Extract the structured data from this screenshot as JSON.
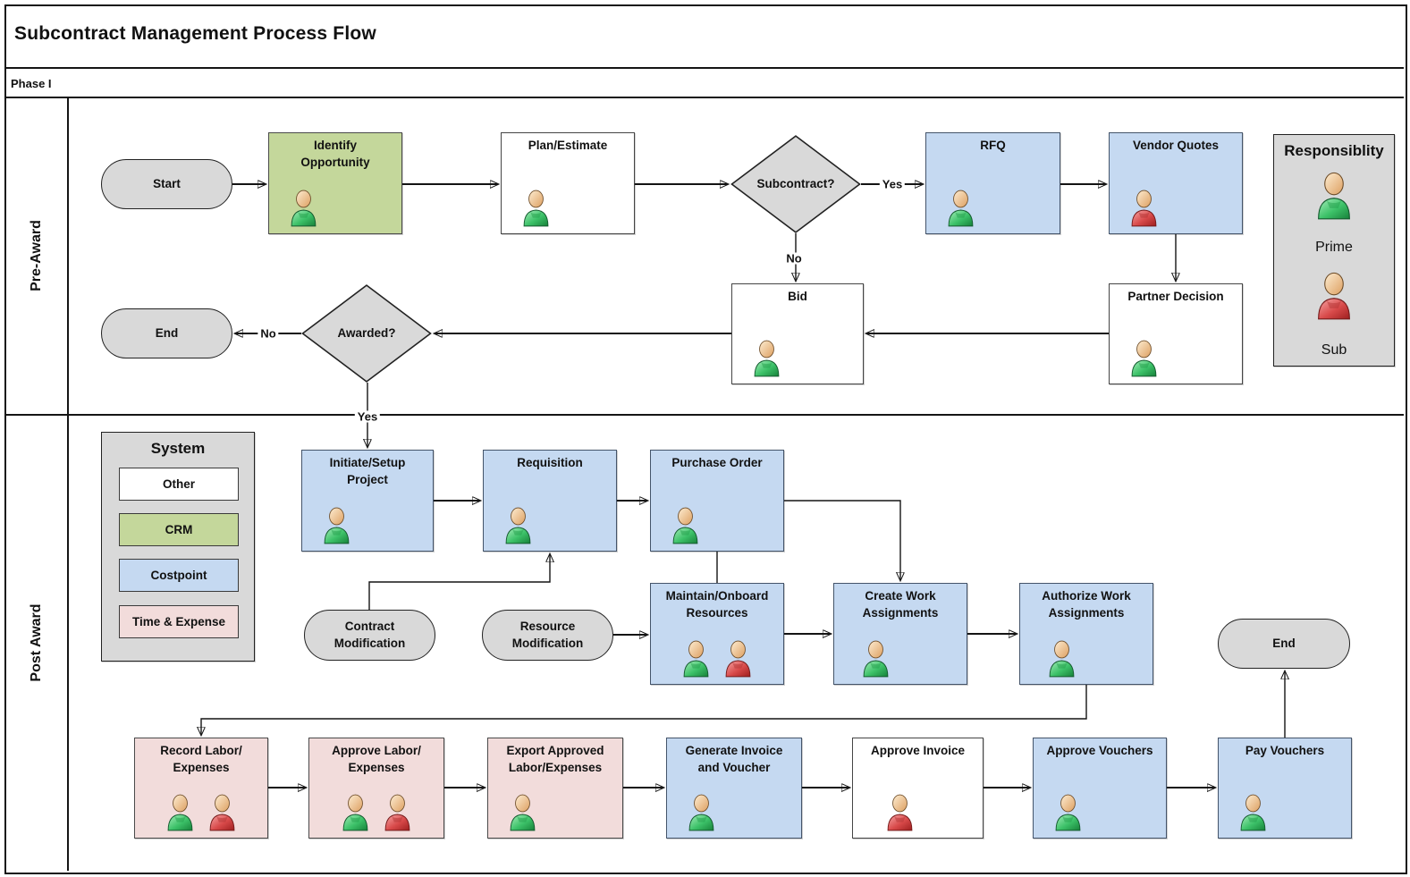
{
  "title": "Subcontract Management Process Flow",
  "phase_label": "Phase I",
  "lanes": [
    {
      "label": "Pre-Award"
    },
    {
      "label": "Post Award"
    }
  ],
  "legend_responsibility": {
    "title": "Responsiblity",
    "items": [
      {
        "label": "Prime",
        "person_color": "#2EAE54"
      },
      {
        "label": "Sub",
        "person_color": "#C62F2F"
      }
    ]
  },
  "legend_system": {
    "title": "System",
    "items": [
      {
        "label": "Other",
        "fill": "#FFFFFF"
      },
      {
        "label": "CRM",
        "fill": "#C4D79B"
      },
      {
        "label": "Costpoint",
        "fill": "#C5D9F1"
      },
      {
        "label": "Time & Expense",
        "fill": "#F2DCDB"
      }
    ]
  },
  "colors": {
    "costpoint_blue": "#C5D9F1",
    "crm_green": "#C4D79B",
    "time_expense_pink": "#F2DCDB",
    "other_white": "#FFFFFF",
    "terminator_gray": "#D9D9D9",
    "prime_green": "#2EAE54",
    "sub_red": "#C62F2F"
  },
  "nodes": {
    "start": {
      "label": "Start",
      "type": "terminator"
    },
    "identify_opportunity": {
      "label": "Identify\nOpportunity",
      "system": "CRM",
      "persons": [
        "Prime"
      ]
    },
    "plan_estimate": {
      "label": "Plan/Estimate",
      "system": "Other",
      "persons": [
        "Prime"
      ]
    },
    "subcontract_q": {
      "label": "Subcontract?",
      "type": "decision"
    },
    "rfq": {
      "label": "RFQ",
      "system": "Costpoint",
      "persons": [
        "Prime"
      ]
    },
    "vendor_quotes": {
      "label": "Vendor Quotes",
      "system": "Costpoint",
      "persons": [
        "Sub"
      ]
    },
    "partner_decision": {
      "label": "Partner Decision",
      "system": "Other",
      "persons": [
        "Prime"
      ]
    },
    "bid": {
      "label": "Bid",
      "system": "Other",
      "persons": [
        "Prime"
      ]
    },
    "awarded_q": {
      "label": "Awarded?",
      "type": "decision"
    },
    "end_pre": {
      "label": "End",
      "type": "terminator"
    },
    "initiate_setup_project": {
      "label": "Initiate/Setup\nProject",
      "system": "Costpoint",
      "persons": [
        "Prime"
      ]
    },
    "requisition": {
      "label": "Requisition",
      "system": "Costpoint",
      "persons": [
        "Prime"
      ]
    },
    "purchase_order": {
      "label": "Purchase Order",
      "system": "Costpoint",
      "persons": [
        "Prime"
      ]
    },
    "contract_modification": {
      "label": "Contract\nModification",
      "type": "terminator"
    },
    "resource_modification": {
      "label": "Resource\nModification",
      "type": "terminator"
    },
    "maintain_onboard_resources": {
      "label": "Maintain/Onboard\nResources",
      "system": "Costpoint",
      "persons": [
        "Prime",
        "Sub"
      ]
    },
    "create_work_assignments": {
      "label": "Create Work\nAssignments",
      "system": "Costpoint",
      "persons": [
        "Prime"
      ]
    },
    "authorize_work_assignments": {
      "label": "Authorize Work\nAssignments",
      "system": "Costpoint",
      "persons": [
        "Prime"
      ]
    },
    "end_post": {
      "label": "End",
      "type": "terminator"
    },
    "record_labor_expenses": {
      "label": "Record Labor/\nExpenses",
      "system": "Time & Expense",
      "persons": [
        "Prime",
        "Sub"
      ]
    },
    "approve_labor_expenses": {
      "label": "Approve Labor/\nExpenses",
      "system": "Time & Expense",
      "persons": [
        "Prime",
        "Sub"
      ]
    },
    "export_approved_labor_expenses": {
      "label": "Export Approved\nLabor/Expenses",
      "system": "Time & Expense",
      "persons": [
        "Prime"
      ]
    },
    "generate_invoice_and_voucher": {
      "label": "Generate Invoice\nand Voucher",
      "system": "Costpoint",
      "persons": [
        "Prime"
      ]
    },
    "approve_invoice": {
      "label": "Approve Invoice",
      "system": "Other",
      "persons": [
        "Sub"
      ]
    },
    "approve_vouchers": {
      "label": "Approve Vouchers",
      "system": "Costpoint",
      "persons": [
        "Prime"
      ]
    },
    "pay_vouchers": {
      "label": "Pay Vouchers",
      "system": "Costpoint",
      "persons": [
        "Prime"
      ]
    }
  },
  "edges": [
    {
      "from": "start",
      "to": "identify_opportunity"
    },
    {
      "from": "identify_opportunity",
      "to": "plan_estimate"
    },
    {
      "from": "plan_estimate",
      "to": "subcontract_q"
    },
    {
      "from": "subcontract_q",
      "to": "rfq",
      "label": "Yes"
    },
    {
      "from": "rfq",
      "to": "vendor_quotes"
    },
    {
      "from": "vendor_quotes",
      "to": "partner_decision"
    },
    {
      "from": "subcontract_q",
      "to": "bid",
      "label": "No"
    },
    {
      "from": "partner_decision",
      "to": "bid"
    },
    {
      "from": "bid",
      "to": "awarded_q"
    },
    {
      "from": "awarded_q",
      "to": "end_pre",
      "label": "No"
    },
    {
      "from": "awarded_q",
      "to": "initiate_setup_project",
      "label": "Yes"
    },
    {
      "from": "initiate_setup_project",
      "to": "requisition"
    },
    {
      "from": "requisition",
      "to": "purchase_order"
    },
    {
      "from": "purchase_order",
      "to": "create_work_assignments"
    },
    {
      "from": "purchase_order",
      "to": "maintain_onboard_resources"
    },
    {
      "from": "contract_modification",
      "to": "requisition"
    },
    {
      "from": "resource_modification",
      "to": "maintain_onboard_resources"
    },
    {
      "from": "maintain_onboard_resources",
      "to": "create_work_assignments"
    },
    {
      "from": "create_work_assignments",
      "to": "authorize_work_assignments"
    },
    {
      "from": "authorize_work_assignments",
      "to": "record_labor_expenses"
    },
    {
      "from": "record_labor_expenses",
      "to": "approve_labor_expenses"
    },
    {
      "from": "approve_labor_expenses",
      "to": "export_approved_labor_expenses"
    },
    {
      "from": "export_approved_labor_expenses",
      "to": "generate_invoice_and_voucher"
    },
    {
      "from": "generate_invoice_and_voucher",
      "to": "approve_invoice"
    },
    {
      "from": "approve_invoice",
      "to": "approve_vouchers"
    },
    {
      "from": "approve_vouchers",
      "to": "pay_vouchers"
    },
    {
      "from": "pay_vouchers",
      "to": "end_post"
    }
  ]
}
